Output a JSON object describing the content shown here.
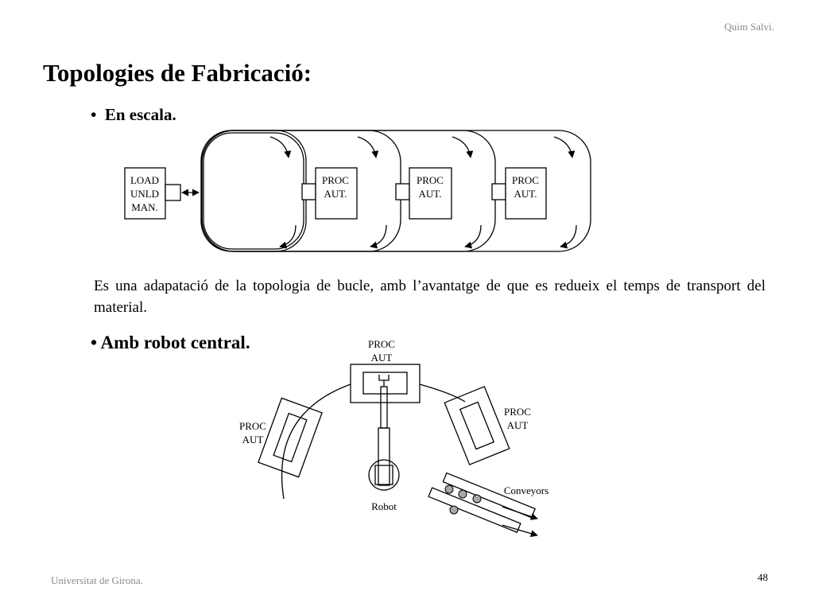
{
  "header": {
    "author": "Quim Salvi."
  },
  "slide": {
    "title": "Topologies de Fabricació:",
    "bullet_marker": "•",
    "section1": {
      "heading": "En escala."
    },
    "paragraph": "Es una adapatació de la topologia de bucle, amb l’avantatge de que es redueix el temps de transport del material.",
    "section2": {
      "heading": "Amb robot central."
    }
  },
  "diagram1": {
    "load_station": {
      "line1": "LOAD",
      "line2": "UNLD",
      "line3": "MAN."
    },
    "proc_stations": [
      {
        "line1": "PROC",
        "line2": "AUT."
      },
      {
        "line1": "PROC",
        "line2": "AUT."
      },
      {
        "line1": "PROC",
        "line2": "AUT."
      }
    ]
  },
  "diagram2": {
    "proc_top": {
      "line1": "PROC",
      "line2": "AUT"
    },
    "proc_left": {
      "line1": "PROC",
      "line2": "AUT"
    },
    "proc_right": {
      "line1": "PROC",
      "line2": "AUT"
    },
    "robot_label": "Robot",
    "conveyors_label": "Conveyors"
  },
  "footer": {
    "university": "Universitat de Girona.",
    "page_number": "48"
  }
}
